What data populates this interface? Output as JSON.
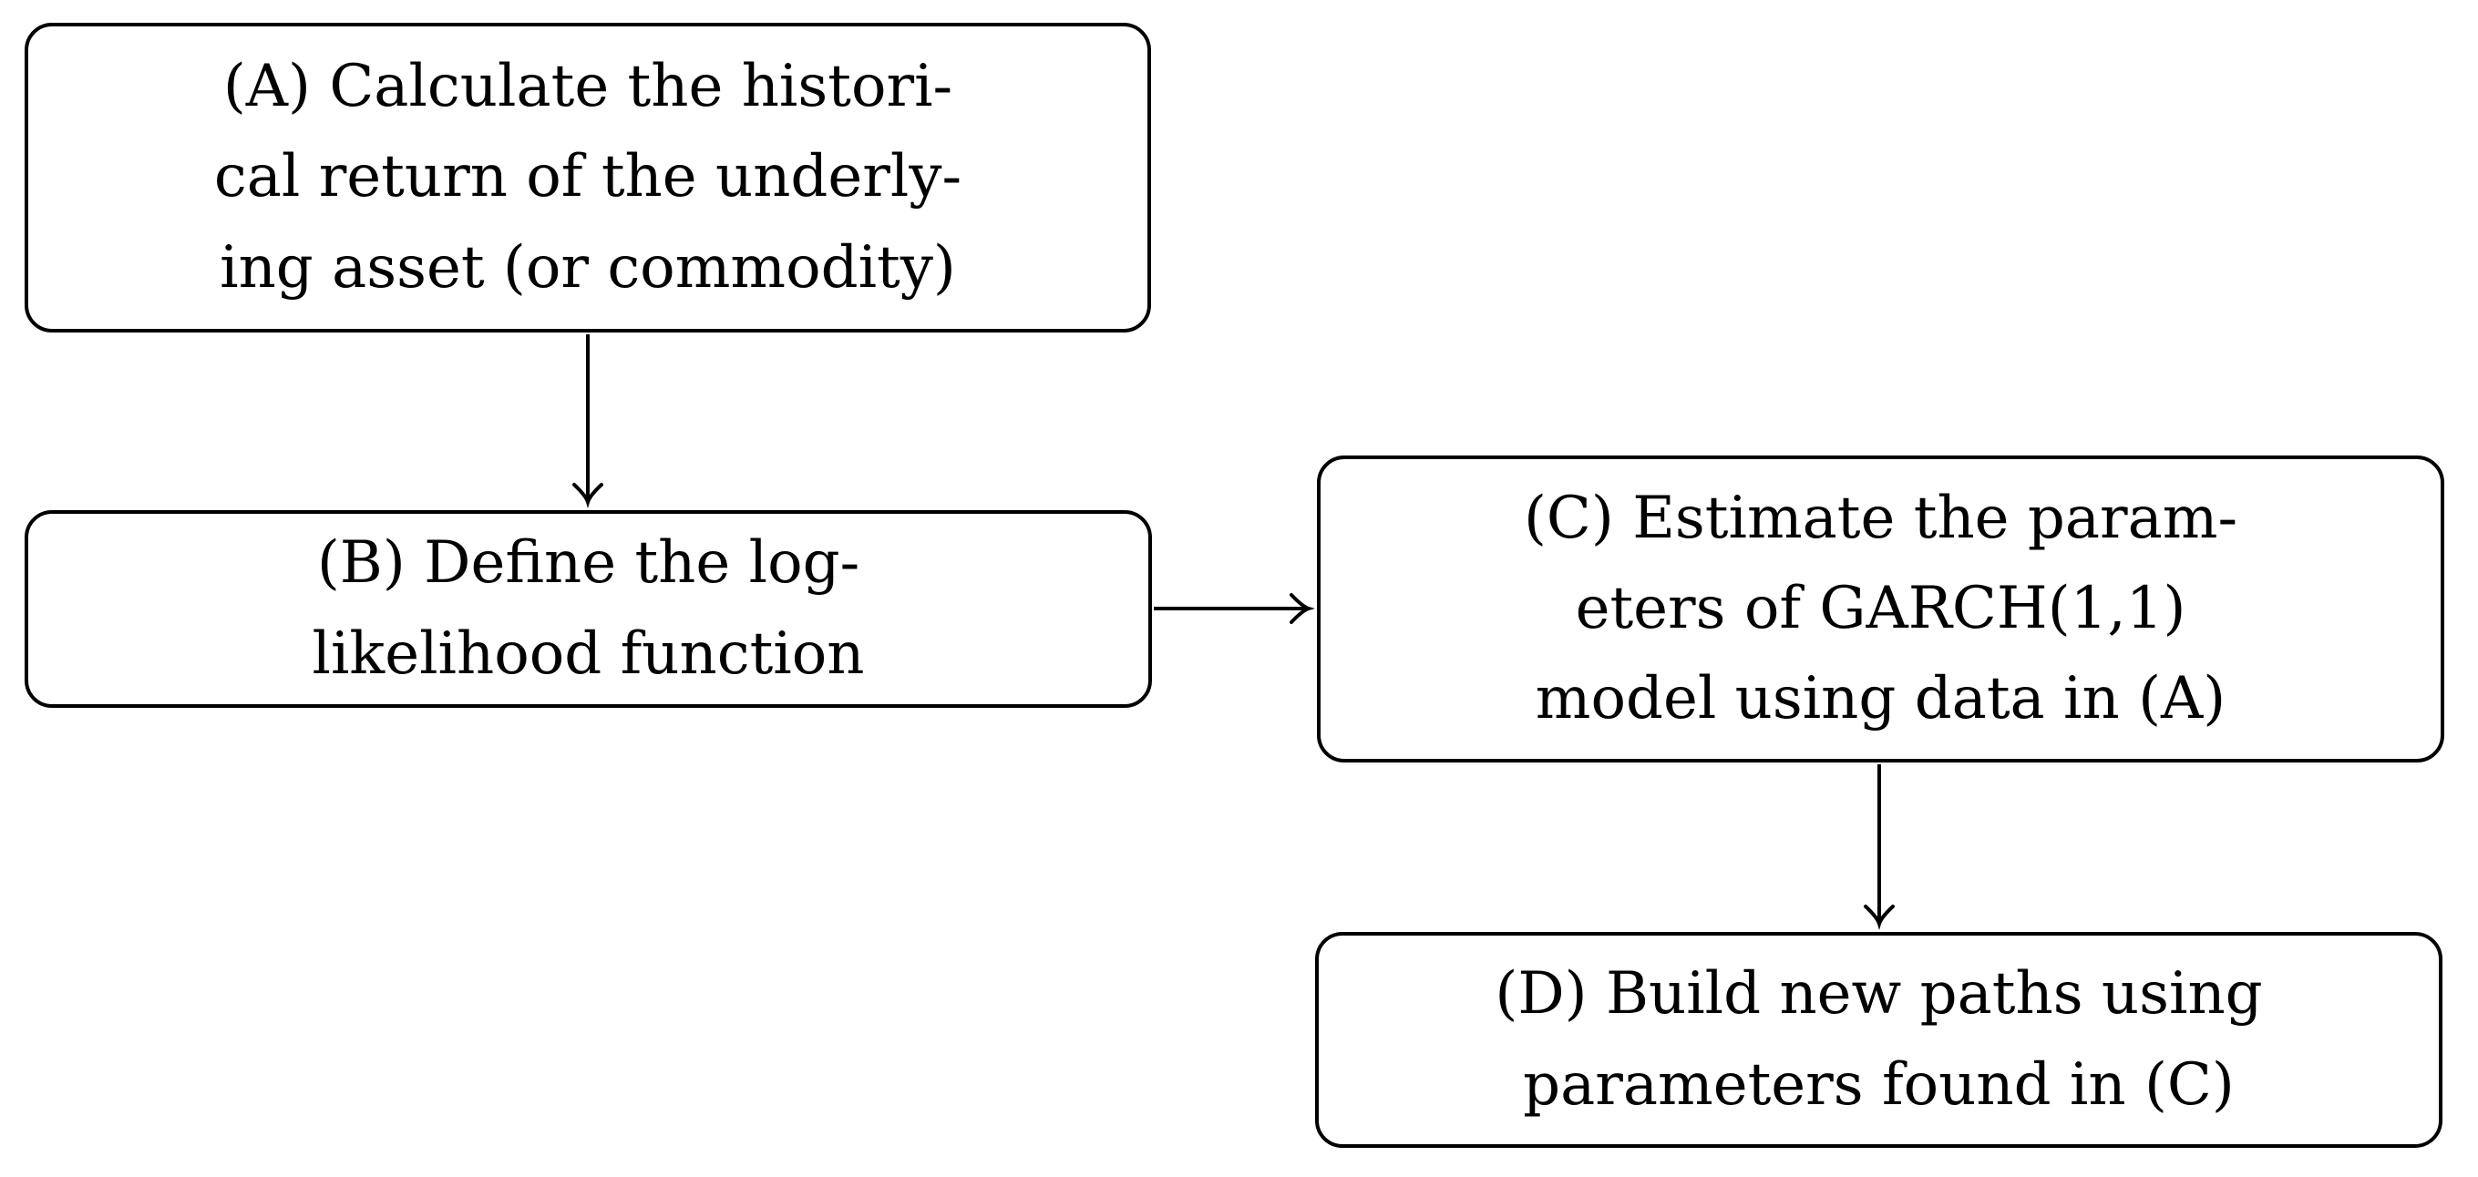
{
  "diagram": {
    "background_color": "#ffffff",
    "stroke_color": "#000000",
    "nodes": {
      "a": {
        "id": "A",
        "lines": [
          "(A) Calculate the histori-",
          "cal return of the underly-",
          "ing asset (or commodity)"
        ]
      },
      "b": {
        "id": "B",
        "lines": [
          "(B) Define the log-",
          "likelihood function"
        ]
      },
      "c": {
        "id": "C",
        "lines": [
          "(C) Estimate the param-",
          "eters of GARCH(1,1)",
          "model using data in (A)"
        ]
      },
      "d": {
        "id": "D",
        "lines": [
          "(D) Build new paths using",
          "parameters found in (C)"
        ]
      }
    },
    "edges": [
      {
        "from": "A",
        "to": "B",
        "direction": "down"
      },
      {
        "from": "B",
        "to": "C",
        "direction": "right"
      },
      {
        "from": "C",
        "to": "D",
        "direction": "down"
      }
    ]
  }
}
